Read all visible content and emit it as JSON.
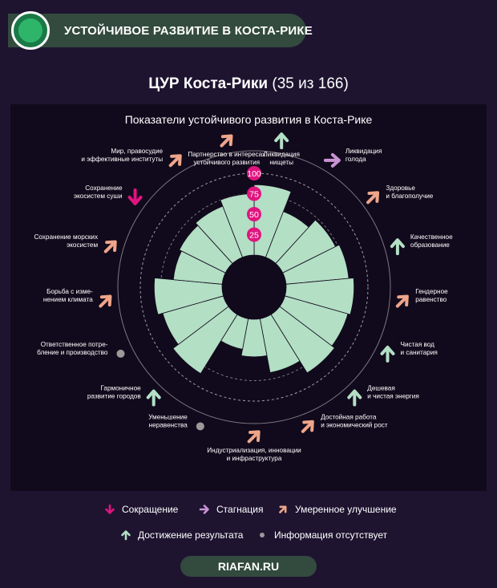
{
  "header": {
    "title": "УСТОЙЧИВОЕ РАЗВИТИЕ В КОСТА-РИКЕ"
  },
  "main_title": {
    "bold": "ЦУР Коста-Рики",
    "rest": " (35 из 166)"
  },
  "colors": {
    "bar": "#b3dfc5",
    "scale_badge": "#e0147f",
    "reduction": "#e0147f",
    "stagnation": "#c993d3",
    "moderate": "#eea589",
    "achieved": "#b3dfc5",
    "no_info": "#9a9a9a"
  },
  "chart_data": {
    "type": "polar-bar",
    "title": "Показатели устойчивого развития в Коста-Рике",
    "rlim": [
      0,
      100
    ],
    "scale_ticks": [
      25,
      50,
      75,
      100
    ],
    "categories": [
      {
        "label": [
          "Ликвидация",
          "нищеты"
        ],
        "value": 86,
        "trend": "achieved"
      },
      {
        "label": [
          "Ликвидация",
          "голода"
        ],
        "value": 60,
        "trend": "stagnation"
      },
      {
        "label": [
          "Здоровье",
          "и благополучие"
        ],
        "value": 72,
        "trend": "moderate"
      },
      {
        "label": [
          "Качественное",
          "образование"
        ],
        "value": 77,
        "trend": "achieved"
      },
      {
        "label": [
          "Гендерное",
          "равенство"
        ],
        "value": 83,
        "trend": "moderate"
      },
      {
        "label": [
          "Чистая вод",
          "и санитария"
        ],
        "value": 80,
        "trend": "achieved"
      },
      {
        "label": [
          "Дешевая",
          "и чистая энергия"
        ],
        "value": 84,
        "trend": "achieved"
      },
      {
        "label": [
          "Достойная работа",
          "и экономический рост"
        ],
        "value": 67,
        "trend": "moderate"
      },
      {
        "label": [
          "Индустриализация, инновации",
          "и инфраструктура"
        ],
        "value": 46,
        "trend": "moderate"
      },
      {
        "label": [
          "Уменьшение",
          "неравенства"
        ],
        "value": 38,
        "trend": "no_info"
      },
      {
        "label": [
          "Гармоничное",
          "развитие городов"
        ],
        "value": 85,
        "trend": "achieved"
      },
      {
        "label": [
          "Ответственное потре-",
          "бление и производство"
        ],
        "value": 77,
        "trend": "no_info"
      },
      {
        "label": [
          "Борьба с изме-",
          "нением климата"
        ],
        "value": 83,
        "trend": "moderate"
      },
      {
        "label": [
          "Сохранение морских",
          "экосистем"
        ],
        "value": 60,
        "trend": "moderate"
      },
      {
        "label": [
          "Сохранение",
          "экосистем суши"
        ],
        "value": 63,
        "trend": "reduction"
      },
      {
        "label": [
          "Мир, правосудие",
          "и эффективные институты"
        ],
        "value": 67,
        "trend": "moderate"
      },
      {
        "label": [
          "Партнерство в интересах",
          "устойчивого развития"
        ],
        "value": 75,
        "trend": "moderate"
      }
    ]
  },
  "legend": {
    "reduction": "Сокращение",
    "stagnation": "Стагнация",
    "moderate": "Умеренное улучшение",
    "achieved": "Достижение результата",
    "no_info": "Информация отсутствует"
  },
  "footer": {
    "site": "RIAFAN.RU"
  }
}
